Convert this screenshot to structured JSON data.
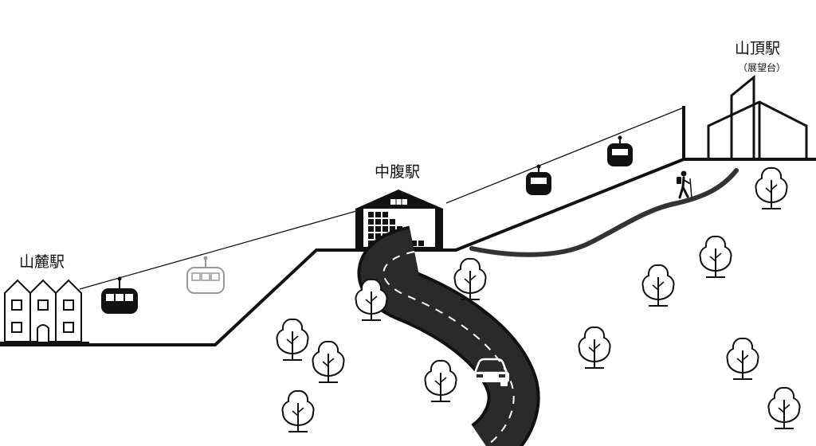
{
  "stations": {
    "base": {
      "name": "山麓駅",
      "icon": "townhouse-icon"
    },
    "middle": {
      "name": "中腹駅",
      "icon": "station-building-icon"
    },
    "summit": {
      "name": "山頂駅",
      "subtitle": "（展望台）",
      "icon": "tower-building-icon"
    }
  },
  "icons": [
    "gondola-icon",
    "hiker-icon",
    "tree-icon",
    "car-icon",
    "road-icon",
    "mountain-trail-icon"
  ],
  "colors": {
    "ink": "#111111",
    "road": "#222222",
    "background": "#ffffff"
  }
}
